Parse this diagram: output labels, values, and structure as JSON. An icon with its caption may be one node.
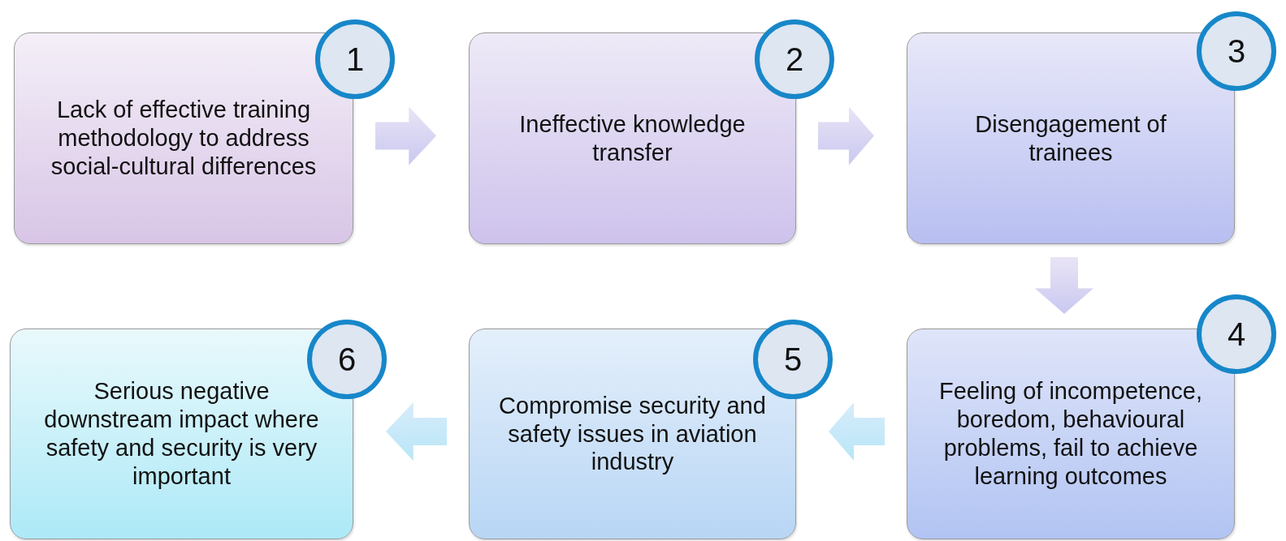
{
  "diagram": {
    "nodes": [
      {
        "text": [
          "Lack of effective training methodology to address social-cultural differences"
        ]
      },
      {
        "text": [
          "1"
        ]
      },
      {
        "text": [
          "Ineffective knowledge transfer"
        ]
      },
      {
        "text": [
          "2"
        ]
      },
      {
        "text": [
          "Disengagement of trainees"
        ]
      },
      {
        "text": [
          "3"
        ]
      },
      {
        "text": [
          "Feeling of incompetence, boredom, behavioural problems, fail to achieve learning outcomes"
        ]
      },
      {
        "text": [
          "4"
        ]
      },
      {
        "text": [
          "Compromise security and safety issues in aviation industry"
        ]
      },
      {
        "text": [
          "5"
        ]
      },
      {
        "text": [
          "Serious negative downstream impact where safety and security is very important"
        ]
      },
      {
        "text": [
          "6"
        ]
      }
    ],
    "edges": [
      {
        "from": 0,
        "to": 2,
        "arrow": "to"
      },
      {
        "from": 2,
        "to": 4,
        "arrow": "to"
      },
      {
        "from": 4,
        "to": 6,
        "arrow": "to"
      },
      {
        "from": 6,
        "to": 8,
        "arrow": "to"
      },
      {
        "from": 8,
        "to": 10,
        "arrow": "to"
      }
    ]
  }
}
